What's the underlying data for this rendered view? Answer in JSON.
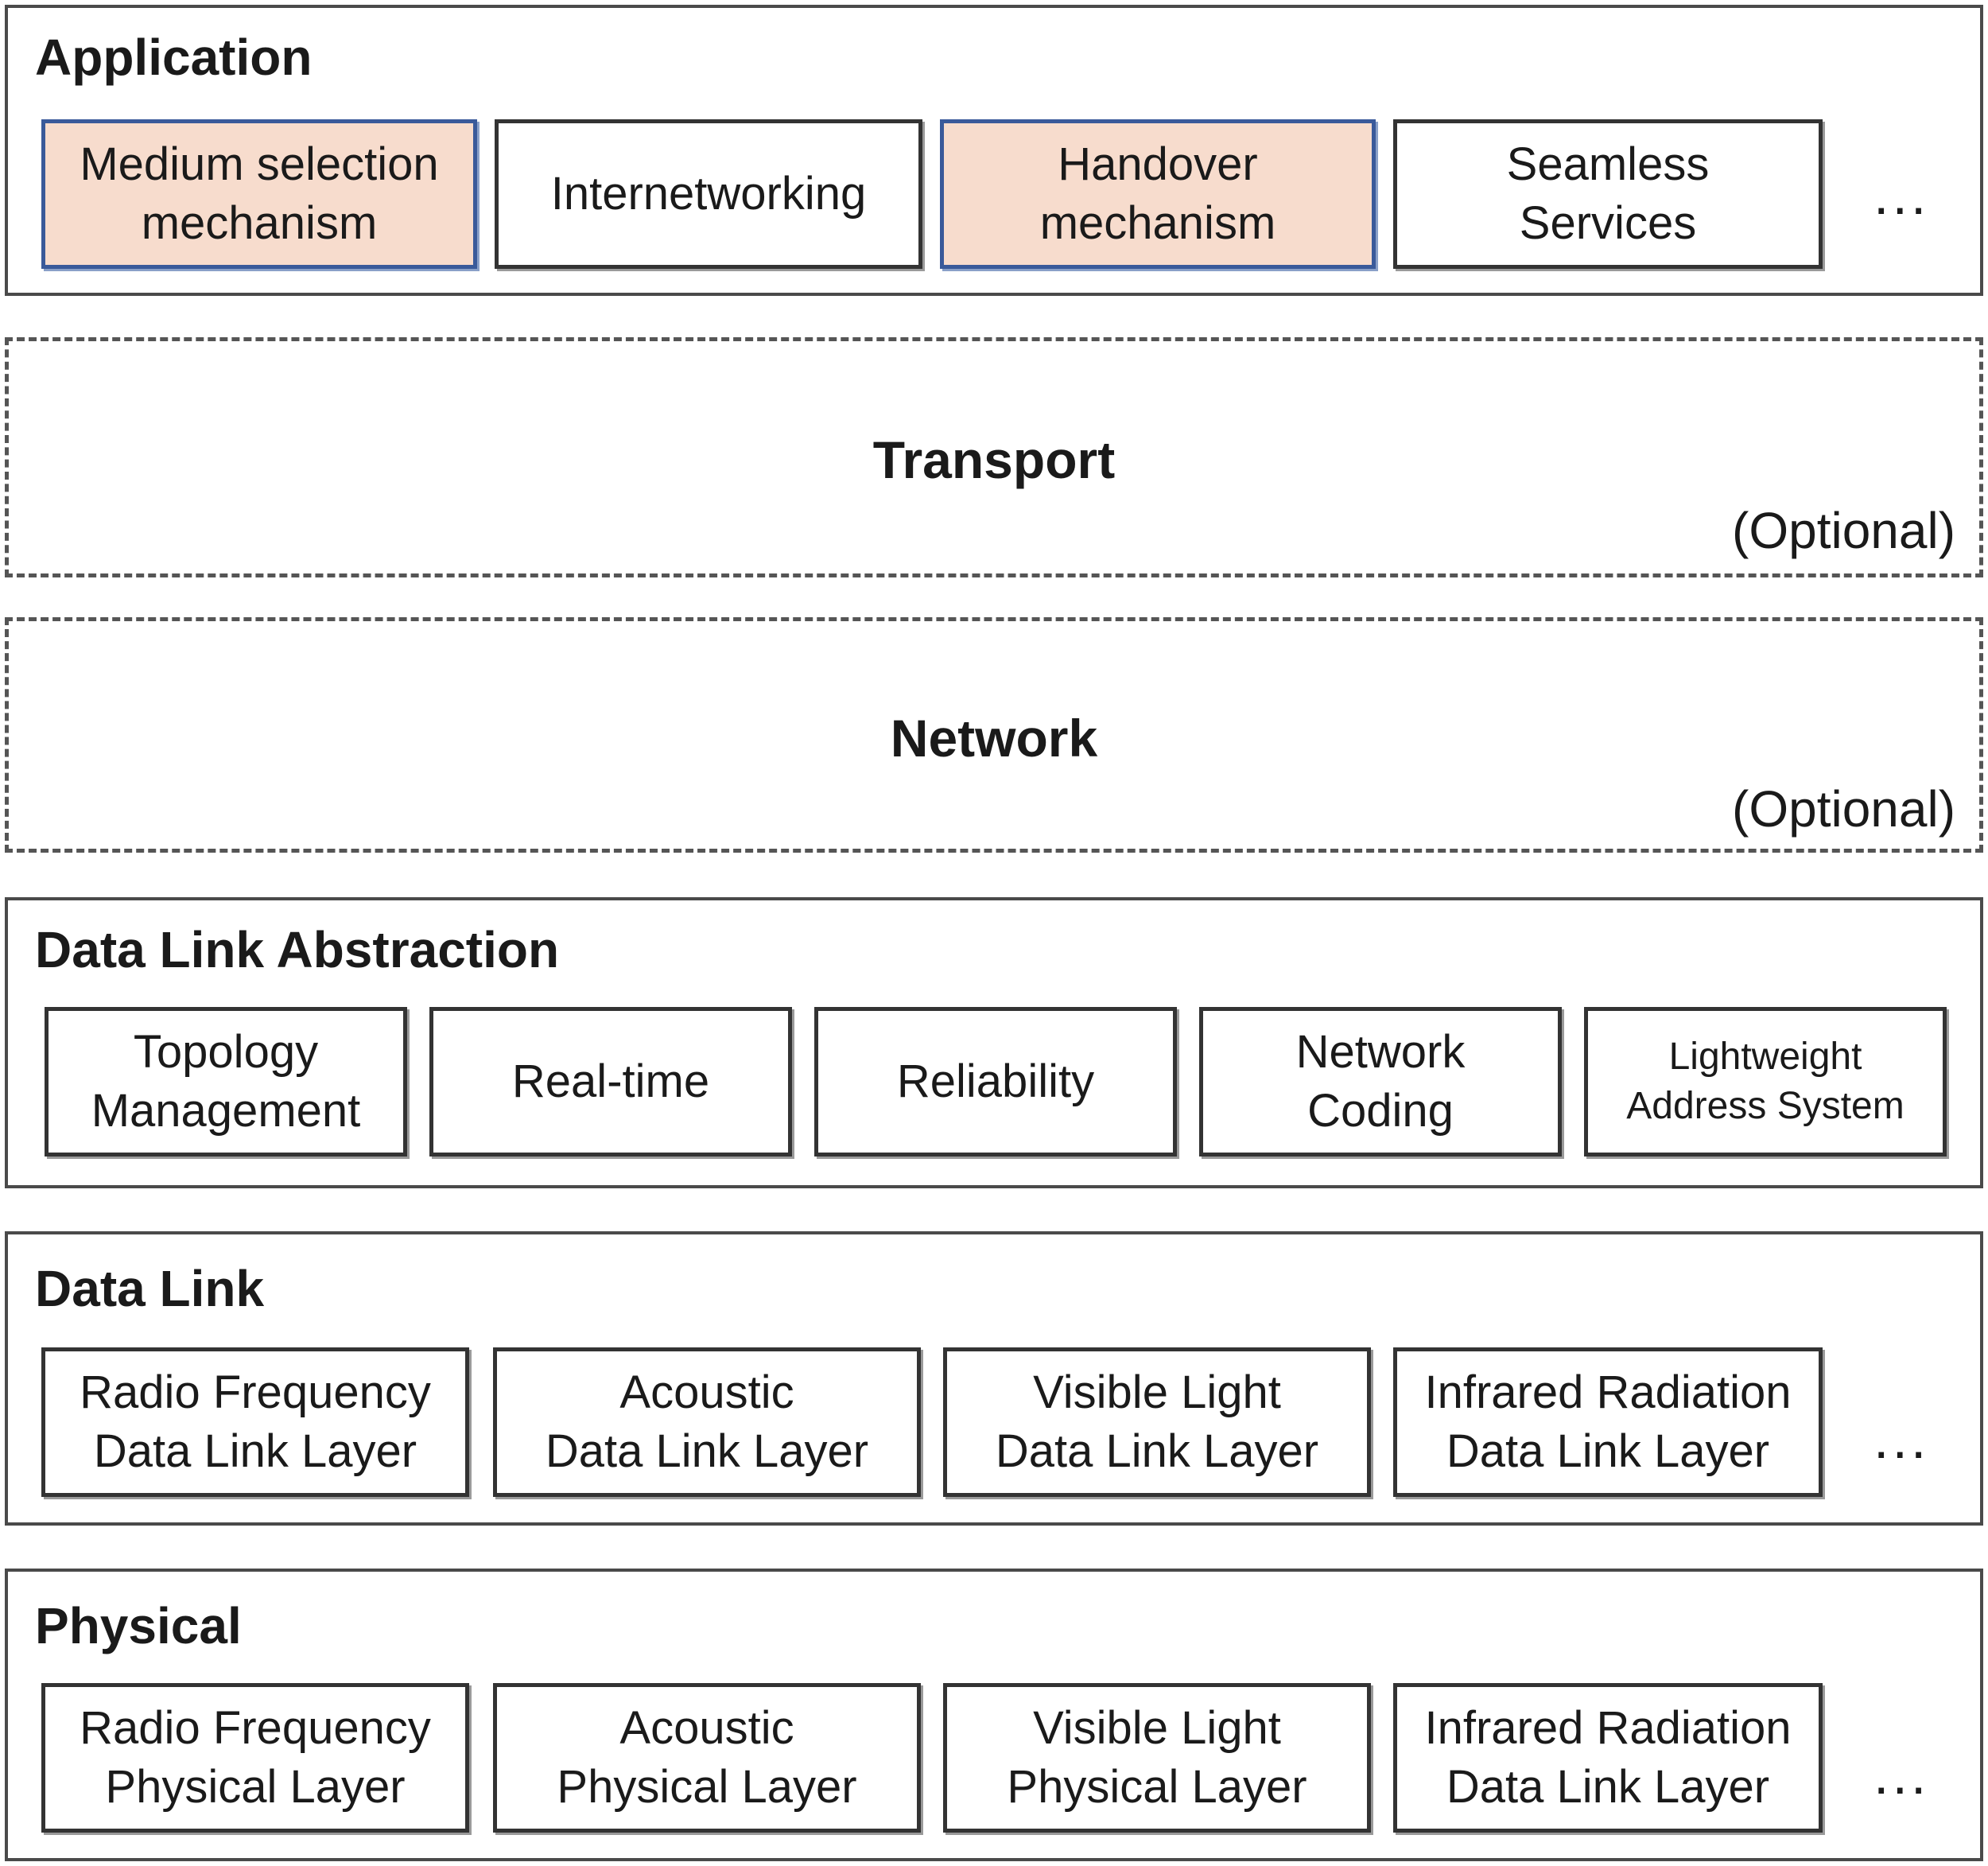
{
  "layers": {
    "application": {
      "title": "Application",
      "boxes": [
        {
          "line1": "Medium selection",
          "line2": "mechanism"
        },
        {
          "line1": "Internetworking",
          "line2": ""
        },
        {
          "line1": "Handover",
          "line2": "mechanism"
        },
        {
          "line1": "Seamless",
          "line2": "Services"
        }
      ],
      "ellipsis": "..."
    },
    "transport": {
      "title": "Transport",
      "note": "(Optional)"
    },
    "network": {
      "title": "Network",
      "note": "(Optional)"
    },
    "data_link_abstraction": {
      "title": "Data Link Abstraction",
      "boxes": [
        {
          "line1": "Topology",
          "line2": "Management"
        },
        {
          "line1": "Real-time",
          "line2": ""
        },
        {
          "line1": "Reliability",
          "line2": ""
        },
        {
          "line1": "Network",
          "line2": "Coding"
        },
        {
          "line1": "Lightweight",
          "line2": "Address System"
        }
      ]
    },
    "data_link": {
      "title": "Data Link",
      "boxes": [
        {
          "line1": "Radio Frequency",
          "line2": "Data Link Layer"
        },
        {
          "line1": "Acoustic",
          "line2": "Data Link Layer"
        },
        {
          "line1": "Visible Light",
          "line2": "Data Link Layer"
        },
        {
          "line1": "Infrared Radiation",
          "line2": "Data Link Layer"
        }
      ],
      "ellipsis": "..."
    },
    "physical": {
      "title": "Physical",
      "boxes": [
        {
          "line1": "Radio Frequency",
          "line2": "Physical Layer"
        },
        {
          "line1": "Acoustic",
          "line2": "Physical Layer"
        },
        {
          "line1": "Visible Light",
          "line2": "Physical Layer"
        },
        {
          "line1": "Infrared Radiation",
          "line2": "Data Link Layer"
        }
      ],
      "ellipsis": "..."
    }
  }
}
